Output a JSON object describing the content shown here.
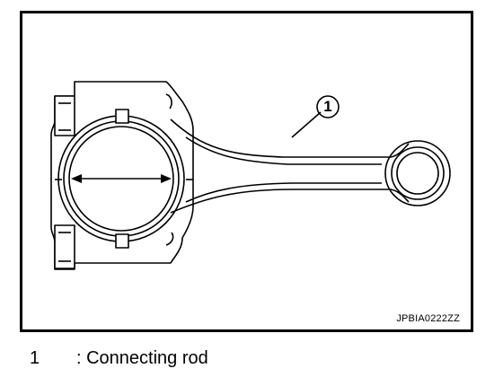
{
  "figure": {
    "image_code": "JPBIA0222ZZ",
    "callout": "1"
  },
  "legend": {
    "items": [
      {
        "number": "1",
        "text": ": Connecting rod"
      }
    ]
  },
  "colors": {
    "line": "#000000",
    "background": "#ffffff",
    "shade": "#cfcfcf"
  }
}
